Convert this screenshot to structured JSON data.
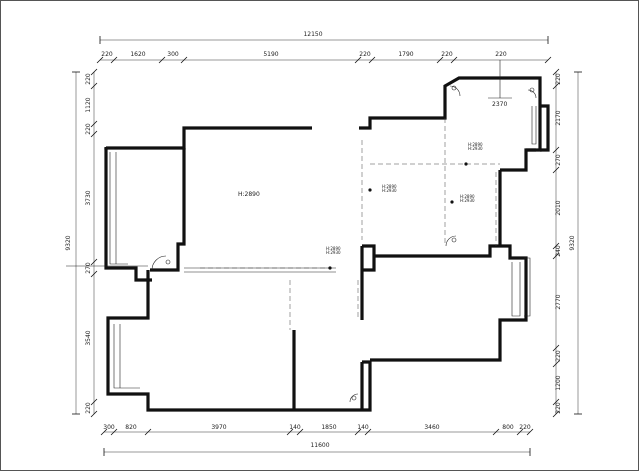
{
  "top_total": "12150",
  "top_segments": [
    "220",
    "1620",
    "300",
    "5190",
    "220",
    "1790",
    "220",
    "220"
  ],
  "bottom_total": "11600",
  "bottom_segments": [
    "300",
    "820",
    "3970",
    "140",
    "1850",
    "140",
    "3460",
    "800",
    "220"
  ],
  "left_total": "9320",
  "left_segments": [
    "220",
    "1120",
    "220",
    "3730",
    "270",
    "3540",
    "220"
  ],
  "right_total": "9320",
  "right_segments": [
    "220",
    "2170",
    "270",
    "2010",
    "240",
    "2770",
    "220",
    "1200",
    "220"
  ],
  "room_labels": {
    "main": "H:2890",
    "balcony_dim": "2370"
  },
  "tags": [
    "H:2890\nH:2930",
    "H:2890\nH:2930",
    "H:2890\nH:2930",
    "H:2890\nH:2930"
  ]
}
